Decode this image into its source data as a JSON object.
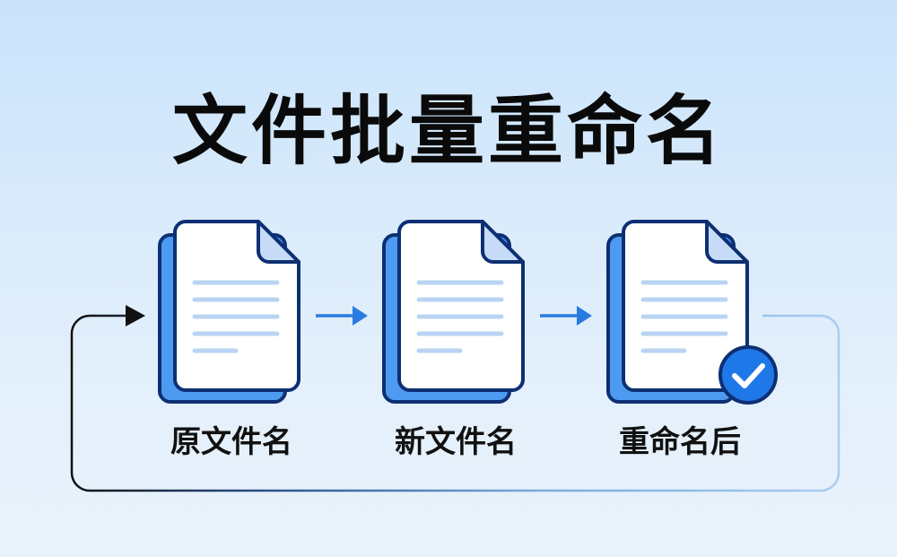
{
  "title": "文件批量重命名",
  "steps": [
    {
      "label": "原文件名",
      "icon": "document-stack-icon"
    },
    {
      "label": "新文件名",
      "icon": "document-stack-icon"
    },
    {
      "label": "重命名后",
      "icon": "document-stack-icon",
      "badge": "check-badge-icon"
    }
  ],
  "colors": {
    "background_top": "#c9e3fb",
    "background_bottom": "#e8f2fb",
    "doc_outline": "#0d2f73",
    "doc_back_fill": "#4d9bf0",
    "doc_front_fill": "#ffffff",
    "doc_lines": "#b9d4f3",
    "arrow": "#2a7be0",
    "badge_fill": "#1f78e8",
    "loop_start": "#111111",
    "loop_end": "#9fc6ee"
  }
}
